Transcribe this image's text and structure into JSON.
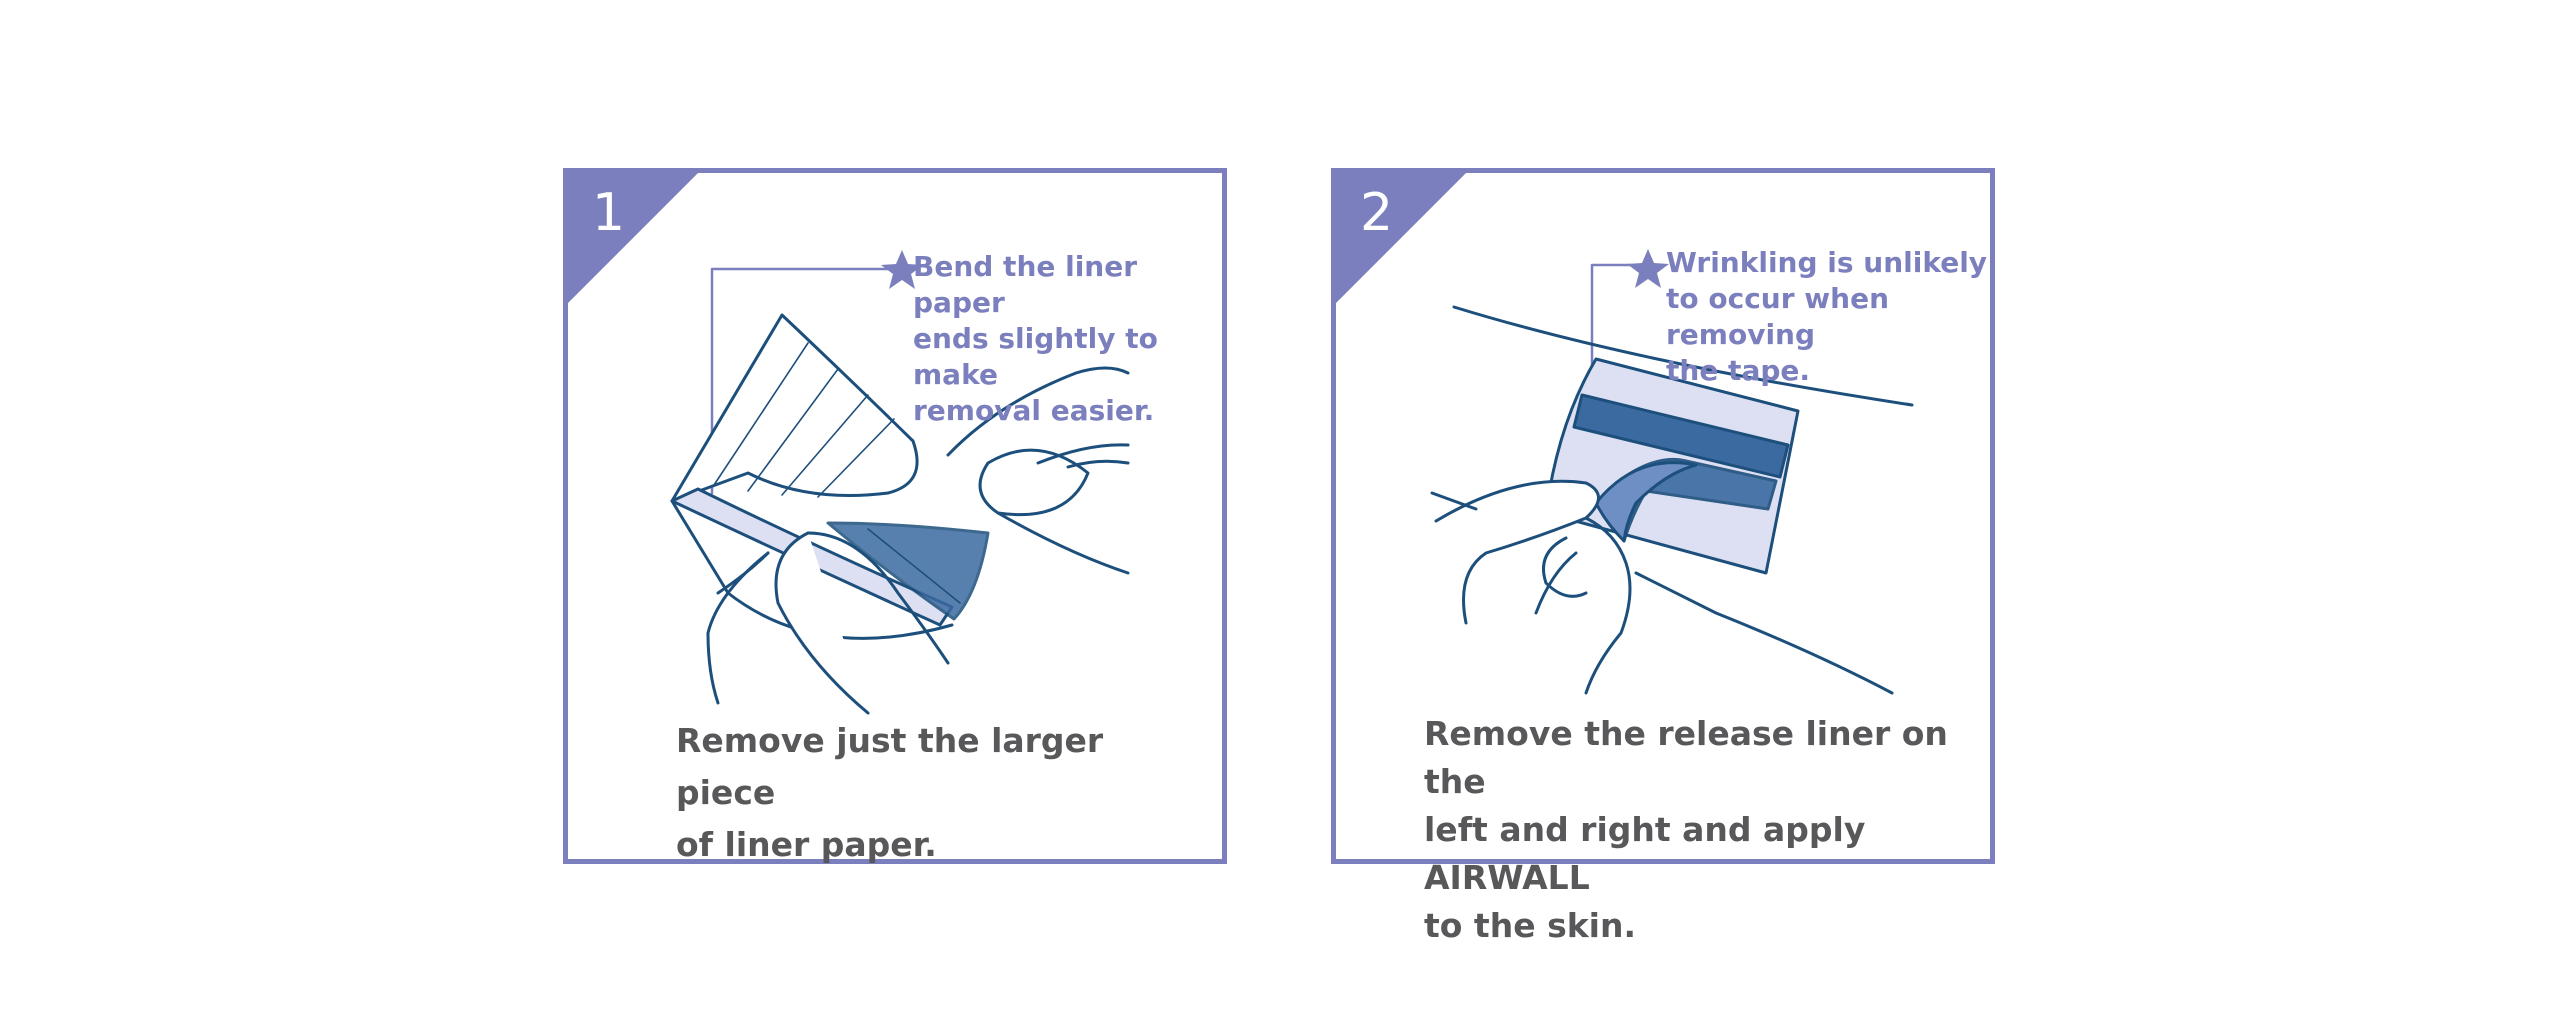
{
  "colors": {
    "frame": "#7b7fbd",
    "line": "#1d4f7c",
    "tape_dark": "#3b6aa0",
    "tape_light": "#dde0f2",
    "caption": "#58585a"
  },
  "steps": [
    {
      "number": "1",
      "tip": "Bend the liner paper\nends slightly to make\nremoval easier.",
      "caption": "Remove just the larger piece\nof liner paper."
    },
    {
      "number": "2",
      "tip": "Wrinkling is unlikely\nto occur when removing\nthe tape.",
      "caption": "Remove the release liner on the\nleft and right and apply AIRWALL\nto the skin."
    }
  ]
}
